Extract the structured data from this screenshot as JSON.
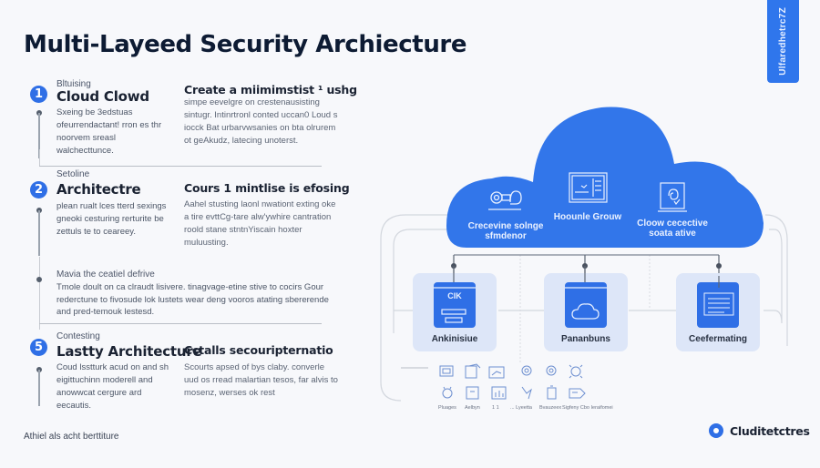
{
  "header": {
    "title": "Multi-Layeed Security Archiecture",
    "side_tab_label": "Ulfaredhetrc7Z"
  },
  "steps": [
    {
      "number": "1",
      "kicker": "Bltuising",
      "title": "Cloud Clowd",
      "description": "Sxeing be 3edstuas ofeurrendactant! rron es thr noorvem sreasl walchecttunce.",
      "side_heading": "Create a miimimstist ¹ ushg",
      "side_description": "simpe eevelgre on crestenausisting sintugr. Intinrtronl conted uccan0 Loud s iocck Bat urbarvwsanies on bta olrurem ot geAkudz, latecing unoterst."
    },
    {
      "number": "2",
      "kicker": "Setoline",
      "title": "Architectre",
      "description": "plean rualt lces tterd sexings gneoki cesturing rerturite be zettuls te to ceareey.",
      "side_heading": "Cours 1 mintlise is efosing",
      "side_description": "Aahel stusting laonl nwationt exting oke a tire evttCg-tare alw'ywhire cantration roold stane stntnYiscain hoxter muluusting."
    },
    {
      "number": "5",
      "kicker": "Contesting",
      "title": "Lastty Architecture",
      "description": "Coud lsstturk acud on and sh eigittuchinn moderell and anowwcat cergure ard eecautis.",
      "side_heading": "Cctalls secouripternatio",
      "side_description": "Scourts apsed of bys claby. converle uud os rread malartian tesos, far alvis to mosenz, werses ok rest"
    }
  ],
  "note": {
    "kicker": "Mavia the ceatiel defrive",
    "description": "Tmole doult on ca clraudt lisivere. tinagvage-etine stive to cocirs Gour rederctune to fivosude lok lustets wear deng vooros atating sbererende and pred-temouk lestesd."
  },
  "footer": {
    "note": "Athiel als acht berttiture",
    "brand": "Cluditetctres"
  },
  "cloud": {
    "items": [
      {
        "icon": "key-lock-icon",
        "label_line1": "Crecevine solnge",
        "label_line2": "sfmdenor"
      },
      {
        "icon": "dashboard-window-icon",
        "label_line1": "Hoounle Grouw",
        "label_line2": ""
      },
      {
        "icon": "fingerprint-monitor-icon",
        "label_line1": "Cloow cecective",
        "label_line2": "soata ative"
      }
    ]
  },
  "nodes": [
    {
      "icon": "server-panel-icon",
      "icon_text": "CIK",
      "label": "Ankinisiue"
    },
    {
      "icon": "cloud-storage-icon",
      "icon_text": "",
      "label": "Pananbuns"
    },
    {
      "icon": "document-list-icon",
      "icon_text": "",
      "label": "Ceefermating"
    }
  ],
  "mini_icons": {
    "row1": [
      "monitor-icon",
      "folder-stack-icon",
      "chart-window-icon",
      "gear-spark-icon",
      "target-gear-icon",
      "virus-icon"
    ],
    "row2": [
      "bulb-icon",
      "frame-icon",
      "bar-chart-icon",
      "pen-tool-icon",
      "battery-icon",
      "cloud-doc-icon"
    ],
    "labels": [
      "Pluages",
      "Aelbyn",
      "1 1",
      "... Lyeetta",
      "Bvauzeex",
      "Sigfeny Cbo Ieraifomei"
    ]
  },
  "colors": {
    "accent": "#2f6fe6",
    "cloud": "#3276ea",
    "node_card": "#dde6f8",
    "title": "#0d1b33"
  }
}
